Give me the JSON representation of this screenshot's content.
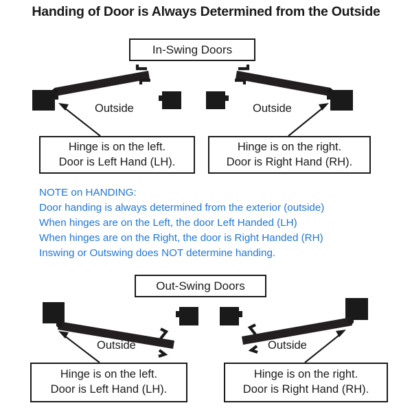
{
  "title": "Handing of Door is Always Determined from the Outside",
  "sections": {
    "inswing": {
      "label": "In-Swing Doors"
    },
    "outswing": {
      "label": "Out-Swing Doors"
    }
  },
  "outside_labels": {
    "top_left": "Outside",
    "top_right": "Outside",
    "bottom_left": "Outside",
    "bottom_right": "Outside"
  },
  "callouts": {
    "inswing_left": {
      "line1": "Hinge is on the left.",
      "line2": "Door is Left Hand (LH)."
    },
    "inswing_right": {
      "line1": "Hinge is on the right.",
      "line2": "Door is Right Hand (RH)."
    },
    "outswing_left": {
      "line1": "Hinge is on the left.",
      "line2": "Door is Left Hand (LH)."
    },
    "outswing_right": {
      "line1": "Hinge is on the right.",
      "line2": "Door is Right Hand (RH)."
    }
  },
  "note": {
    "heading": "NOTE on HANDING:",
    "line1": "Door handing is always determined from the exterior (outside)",
    "line2": "When hinges are on the Left, the door Left Handed (LH)",
    "line3": "When hinges are on the Right, the door is Right Handed (RH)",
    "line4": "Inswing or Outswing does NOT determine handing."
  },
  "colors": {
    "note_blue": "#2077d4",
    "ink": "#1a1a1a",
    "background": "#ffffff"
  }
}
